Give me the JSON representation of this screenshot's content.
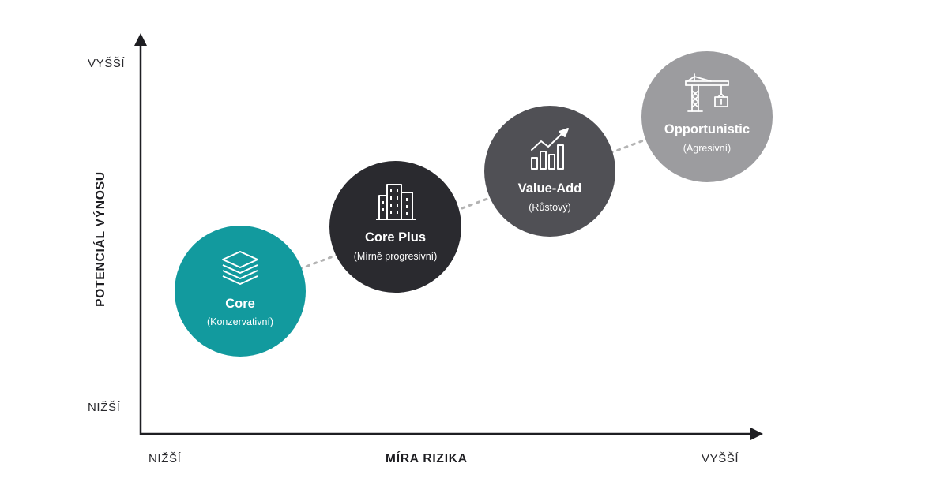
{
  "axes": {
    "y_title": "POTENCIÁL VÝNOSU",
    "y_high": "VYŠŠÍ",
    "y_low": "NIŽŠÍ",
    "x_title": "MÍRA RIZIKA",
    "x_low": "NIŽŠÍ",
    "x_high": "VYŠŠÍ"
  },
  "strategies": [
    {
      "name": "Core",
      "subtitle": "(Konzervativní)",
      "icon": "layers-icon",
      "color": "#129a9e"
    },
    {
      "name": "Core Plus",
      "subtitle": "(Mírně progresivní)",
      "icon": "buildings-icon",
      "color": "#2a2a2f"
    },
    {
      "name": "Value-Add",
      "subtitle": "(Růstový)",
      "icon": "growth-chart-icon",
      "color": "#505055"
    },
    {
      "name": "Opportunistic",
      "subtitle": "(Agresivní)",
      "icon": "crane-icon",
      "color": "#9c9c9f"
    }
  ],
  "colors": {
    "axis": "#1e1e22",
    "connector": "#b3b3b3",
    "background": "#ffffff"
  }
}
